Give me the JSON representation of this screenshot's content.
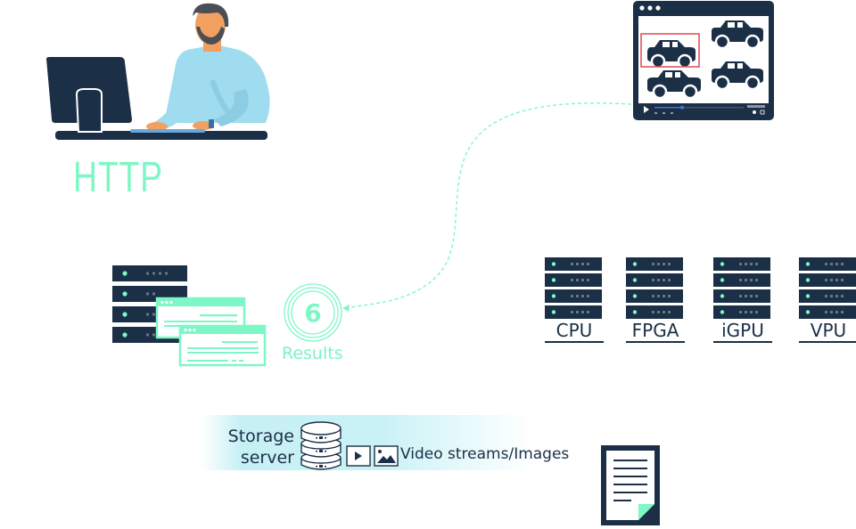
{
  "diagram": {
    "client": {
      "label": "HTTP",
      "illustration": "person-at-computer"
    },
    "video_source": {
      "illustration": "video-player-with-car-detections",
      "detected_objects": 4,
      "highlighted_object_color": "#e0555f"
    },
    "results": {
      "count": "6",
      "label": "Results"
    },
    "inference_devices": [
      {
        "label": "CPU"
      },
      {
        "label": "FPGA"
      },
      {
        "label": "iGPU"
      },
      {
        "label": "VPU"
      }
    ],
    "storage": {
      "label_line1": "Storage",
      "label_line2": "server",
      "media_label": "Video streams/Images"
    },
    "document": {
      "illustration": "document-icon"
    }
  },
  "colors": {
    "navy": "#1b2f47",
    "mint": "#7ef7c6",
    "teal_band": "#c9f2f6",
    "skin": "#f2a062",
    "shirt": "#9fdcef",
    "hair": "#4a4f55",
    "red_box": "#e0555f"
  }
}
